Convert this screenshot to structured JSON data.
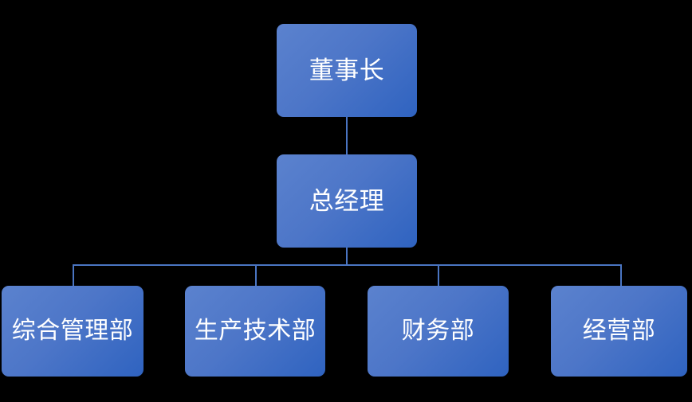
{
  "chart_data": {
    "type": "diagram",
    "diagram_kind": "organization-chart",
    "title": "",
    "background_color": "#000000",
    "node_fill_from": "#5b82ce",
    "node_fill_to": "#2f63c0",
    "node_text_color": "#ffffff",
    "connector_color": "#4a75c2",
    "levels": 3,
    "nodes": [
      {
        "id": "chairman",
        "label": "董事长",
        "level": 1,
        "parent": null
      },
      {
        "id": "general-manager",
        "label": "总经理",
        "level": 2,
        "parent": "chairman"
      },
      {
        "id": "dept-0",
        "label": "综合管理部",
        "level": 3,
        "parent": "general-manager"
      },
      {
        "id": "dept-1",
        "label": "生产技术部",
        "level": 3,
        "parent": "general-manager"
      },
      {
        "id": "dept-2",
        "label": "财务部",
        "level": 3,
        "parent": "general-manager"
      },
      {
        "id": "dept-3",
        "label": "经营部",
        "level": 3,
        "parent": "general-manager"
      }
    ],
    "edges": [
      {
        "from": "chairman",
        "to": "general-manager"
      },
      {
        "from": "general-manager",
        "to": "dept-0"
      },
      {
        "from": "general-manager",
        "to": "dept-1"
      },
      {
        "from": "general-manager",
        "to": "dept-2"
      },
      {
        "from": "general-manager",
        "to": "dept-3"
      }
    ]
  },
  "chart": {
    "chairman": {
      "label": "董事长"
    },
    "general_manager": {
      "label": "总经理"
    },
    "departments": [
      {
        "label": "综合管理部"
      },
      {
        "label": "生产技术部"
      },
      {
        "label": "财务部"
      },
      {
        "label": "经营部"
      }
    ]
  }
}
